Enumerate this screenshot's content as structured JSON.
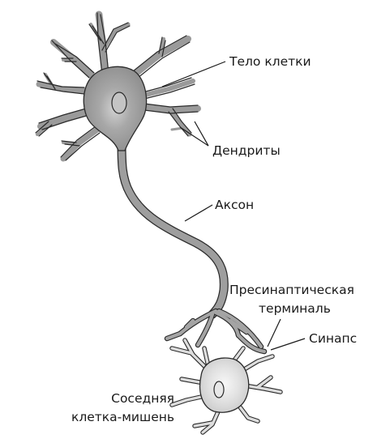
{
  "labels": {
    "cell_body": "Тело клетки",
    "dendrites": "Дендриты",
    "axon": "Аксон",
    "presynaptic_terminal_line1": "Пресинаптическая",
    "presynaptic_terminal_line2": "терминаль",
    "synapse": "Синапс",
    "target_cell_line1": "Соседняя",
    "target_cell_line2": "клетка-мишень"
  },
  "colors": {
    "neuron_fill": "#9d9d9d",
    "neuron_center": "#cfcfcf",
    "target_fill": "#dcdcdc",
    "target_center": "#f4f4f4",
    "outline": "#2a2a2a",
    "leader_line": "#1a1a1a"
  }
}
